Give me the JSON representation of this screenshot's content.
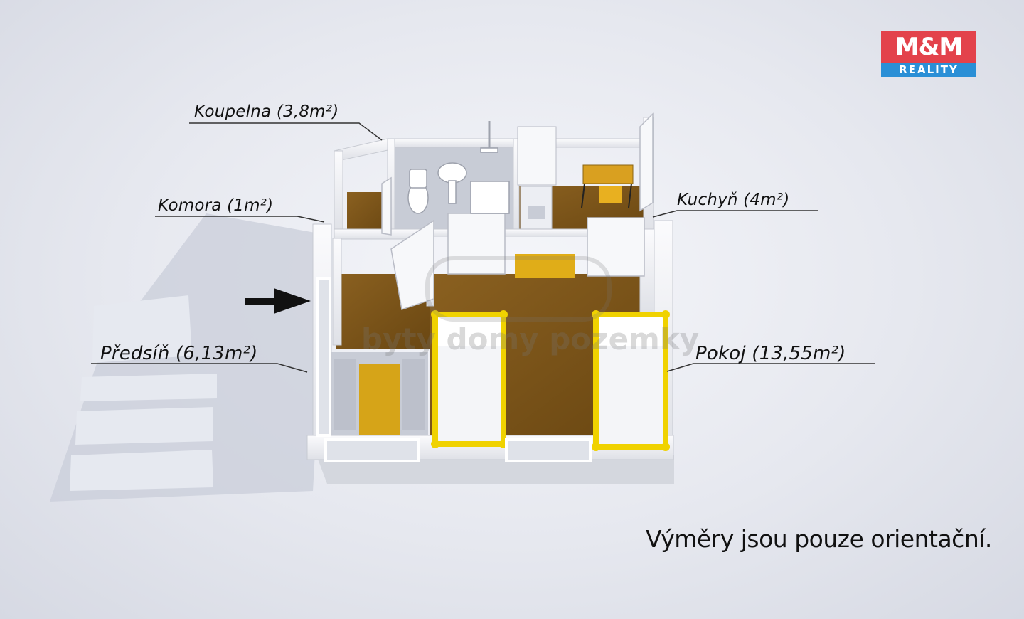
{
  "logo": {
    "top_text": "M&M",
    "bottom_text": "REALITY",
    "top_color": "#e3424b",
    "bottom_color": "#2a8fd6"
  },
  "rooms": {
    "koupelna": "Koupelna (3,8m²)",
    "komora": "Komora (1m²)",
    "kuchyn": "Kuchyň (4m²)",
    "predsin": "Předsíň (6,13m²)",
    "pokoj": "Pokoj (13,55m²)"
  },
  "watermark": "byty domy pozemky",
  "disclaimer": "Výměry jsou pouze orientační.",
  "colors": {
    "floor": "#7a5418",
    "walls": "#f2f3f6",
    "bed_frame": "#f0d200",
    "table": "#d9a020",
    "arrow": "#111111"
  }
}
